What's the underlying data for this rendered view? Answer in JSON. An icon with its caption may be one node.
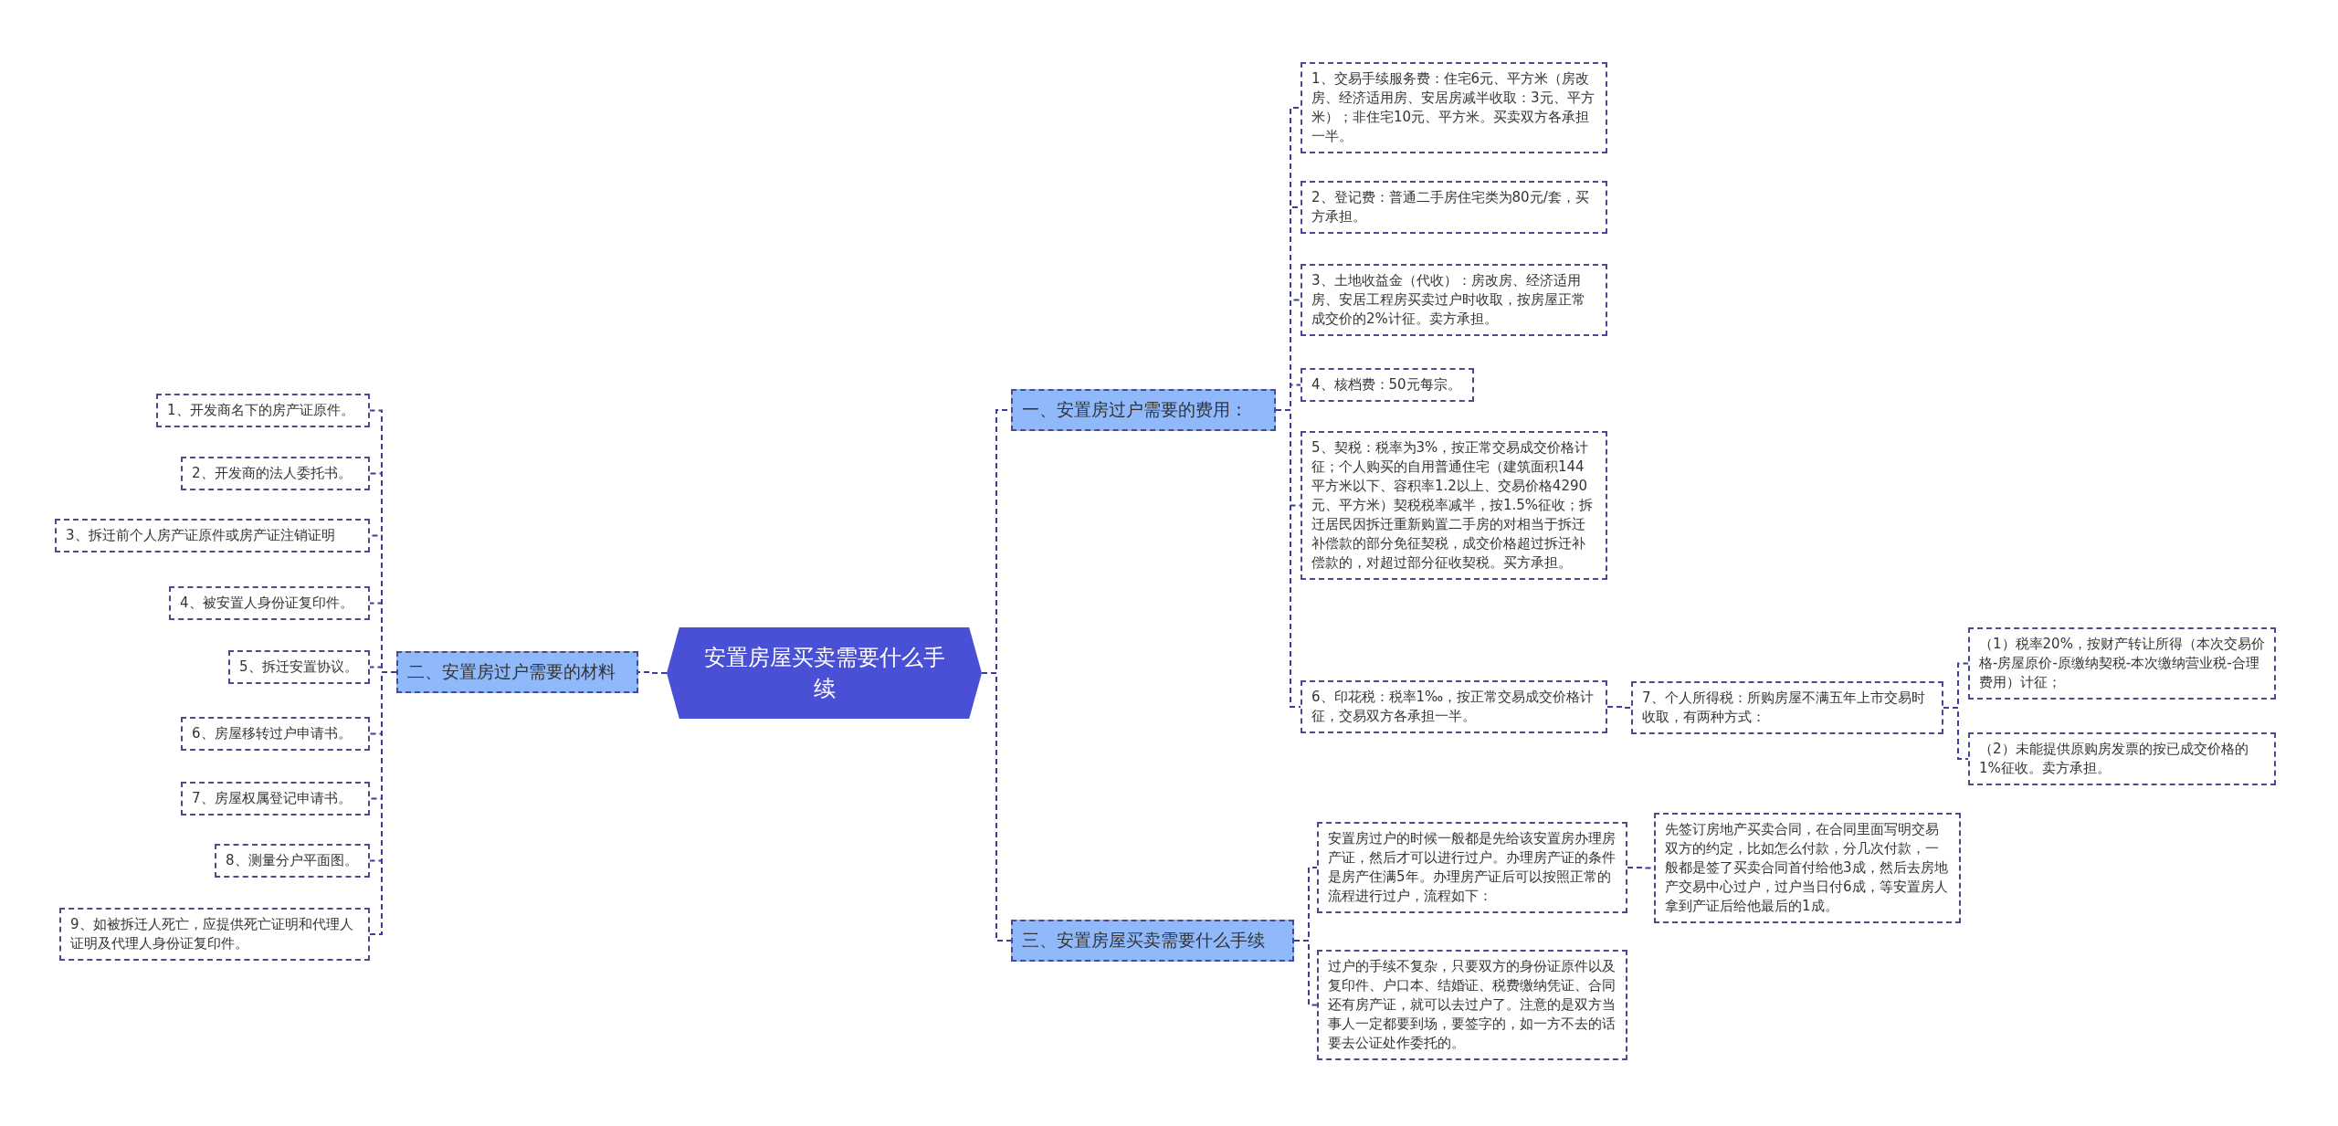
{
  "diagram": {
    "nodes": [
      {
        "text": [
          "安置房屋买卖需要什么手续"
        ]
      },
      {
        "text": [
          "一、安置房过户需要的费用："
        ]
      },
      {
        "text": [
          "二、安置房过户需要的材料"
        ]
      },
      {
        "text": [
          "三、安置房屋买卖需要什么手续"
        ]
      },
      {
        "text": [
          "1、交易手续服务费：住宅6元、平方米（房改房、经济适用房、安居房减半收取：3元、平方米）；非住宅10元、平方米。买卖双方各承担一半。"
        ]
      },
      {
        "text": [
          "2、登记费：普通二手房住宅类为80元/套，买方承担。"
        ]
      },
      {
        "text": [
          "3、土地收益金（代收）：房改房、经济适用房、安居工程房买卖过户时收取，按房屋正常成交价的2%计征。卖方承担。"
        ]
      },
      {
        "text": [
          "4、核档费：50元每宗。"
        ]
      },
      {
        "text": [
          "5、契税：税率为3%，按正常交易成交价格计征；个人购买的自用普通住宅（建筑面积144平方米以下、容积率1.2以上、交易价格4290元、平方米）契税税率减半，按1.5%征收；拆迁居民因拆迁重新购置二手房的对相当于拆迁补偿款的部分免征契税，成交价格超过拆迁补偿款的，对超过部分征收契税。买方承担。"
        ]
      },
      {
        "text": [
          "6、印花税：税率1‰，按正常交易成交价格计征，交易双方各承担一半。"
        ]
      },
      {
        "text": [
          "7、个人所得税：所购房屋不满五年上市交易时收取，有两种方式："
        ]
      },
      {
        "text": [
          "（1）税率20%，按财产转让所得（本次交易价格-房屋原价-原缴纳契税-本次缴纳营业税-合理费用）计征；"
        ]
      },
      {
        "text": [
          "（2）未能提供原购房发票的按已成交价格的1%征收。卖方承担。"
        ]
      },
      {
        "text": [
          "1、开发商名下的房产证原件。"
        ]
      },
      {
        "text": [
          "2、开发商的法人委托书。"
        ]
      },
      {
        "text": [
          "3、拆迁前个人房产证原件或房产证注销证明"
        ]
      },
      {
        "text": [
          "4、被安置人身份证复印件。"
        ]
      },
      {
        "text": [
          "5、拆迁安置协议。"
        ]
      },
      {
        "text": [
          "6、房屋移转过户申请书。"
        ]
      },
      {
        "text": [
          "7、房屋权属登记申请书。"
        ]
      },
      {
        "text": [
          "8、测量分户平面图。"
        ]
      },
      {
        "text": [
          "9、如被拆迁人死亡，应提供死亡证明和代理人证明及代理人身份证复印件。"
        ]
      },
      {
        "text": [
          "安置房过户的时候一般都是先给该安置房办理房产证，然后才可以进行过户。办理房产证的条件是房产住满5年。办理房产证后可以按照正常的流程进行过户，流程如下："
        ]
      },
      {
        "text": [
          "先签订房地产买卖合同，在合同里面写明交易双方的约定，比如怎么付款，分几次付款，一般都是签了买卖合同首付给他3成，然后去房地产交易中心过户，过户当日付6成，等安置房人拿到产证后给他最后的1成。"
        ]
      },
      {
        "text": [
          "过户的手续不复杂，只要双方的身份证原件以及复印件、户口本、结婚证、税费缴纳凭证、合同还有房产证，就可以去过户了。注意的是双方当事人一定都要到场，要签字的，如一方不去的话要去公证处作委托的。"
        ]
      }
    ],
    "edges": [
      {
        "from": 0,
        "to": 1,
        "arrow": "none",
        "style": "dashed"
      },
      {
        "from": 0,
        "to": 2,
        "arrow": "none",
        "style": "dashed"
      },
      {
        "from": 0,
        "to": 3,
        "arrow": "none",
        "style": "dashed"
      },
      {
        "from": 1,
        "to": 4,
        "arrow": "none",
        "style": "dashed"
      },
      {
        "from": 1,
        "to": 5,
        "arrow": "none",
        "style": "dashed"
      },
      {
        "from": 1,
        "to": 6,
        "arrow": "none",
        "style": "dashed"
      },
      {
        "from": 1,
        "to": 7,
        "arrow": "none",
        "style": "dashed"
      },
      {
        "from": 1,
        "to": 8,
        "arrow": "none",
        "style": "dashed"
      },
      {
        "from": 1,
        "to": 9,
        "arrow": "none",
        "style": "dashed"
      },
      {
        "from": 9,
        "to": 10,
        "arrow": "none",
        "style": "dashed"
      },
      {
        "from": 10,
        "to": 11,
        "arrow": "none",
        "style": "dashed"
      },
      {
        "from": 10,
        "to": 12,
        "arrow": "none",
        "style": "dashed"
      },
      {
        "from": 2,
        "to": 13,
        "arrow": "none",
        "style": "dashed"
      },
      {
        "from": 2,
        "to": 14,
        "arrow": "none",
        "style": "dashed"
      },
      {
        "from": 2,
        "to": 15,
        "arrow": "none",
        "style": "dashed"
      },
      {
        "from": 2,
        "to": 16,
        "arrow": "none",
        "style": "dashed"
      },
      {
        "from": 2,
        "to": 17,
        "arrow": "none",
        "style": "dashed"
      },
      {
        "from": 2,
        "to": 18,
        "arrow": "none",
        "style": "dashed"
      },
      {
        "from": 2,
        "to": 19,
        "arrow": "none",
        "style": "dashed"
      },
      {
        "from": 2,
        "to": 20,
        "arrow": "none",
        "style": "dashed"
      },
      {
        "from": 2,
        "to": 21,
        "arrow": "none",
        "style": "dashed"
      },
      {
        "from": 3,
        "to": 22,
        "arrow": "none",
        "style": "dashed"
      },
      {
        "from": 3,
        "to": 24,
        "arrow": "none",
        "style": "dashed"
      },
      {
        "from": 22,
        "to": 23,
        "arrow": "none",
        "style": "dashed"
      }
    ]
  }
}
